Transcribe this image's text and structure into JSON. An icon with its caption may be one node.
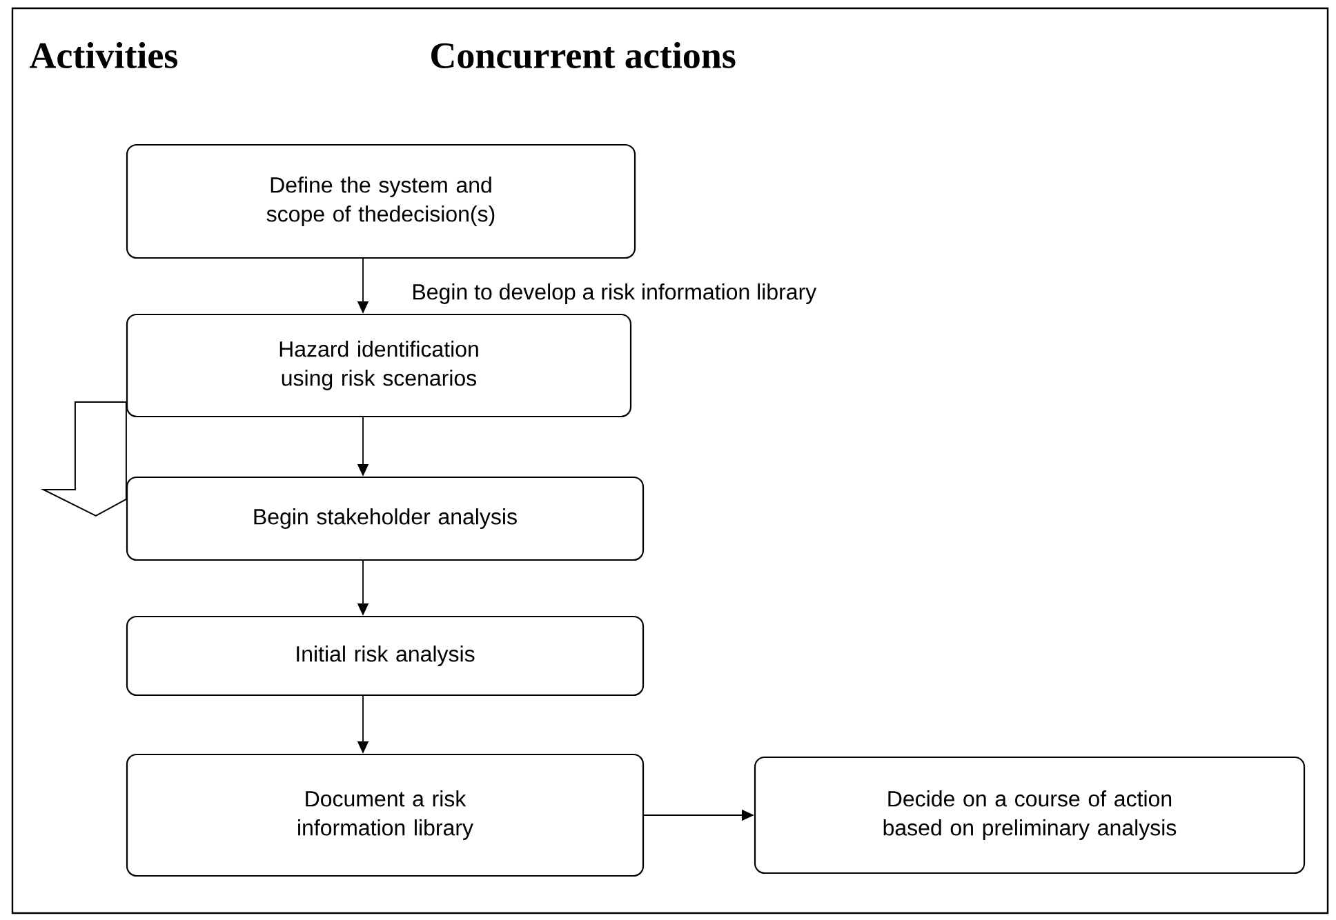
{
  "diagram": {
    "nodes": [
      {
        "text": [
          "Define the system and scope of thedecision(s)"
        ]
      },
      {
        "text": [
          "Hazard identification using risk scenarios"
        ]
      },
      {
        "text": [
          "Begin stakeholder analysis"
        ]
      },
      {
        "text": [
          "Initial risk analysis"
        ]
      },
      {
        "text": [
          "Document a risk information library"
        ]
      },
      {
        "text": [
          "Decide on a course of action based on preliminary analysis"
        ]
      }
    ],
    "edges": [
      {
        "from": 0,
        "to": 1,
        "arrow": "to"
      },
      {
        "from": 1,
        "to": 2,
        "arrow": "to"
      },
      {
        "from": 2,
        "to": 3,
        "arrow": "to"
      },
      {
        "from": 3,
        "to": 4,
        "arrow": "to"
      },
      {
        "from": 4,
        "to": 5,
        "arrow": "to"
      },
      {
        "from": 1,
        "to": 2,
        "arrow": "to",
        "style": "thick"
      }
    ],
    "labels": [
      "Activities",
      "Concurrent actions",
      "Begin to develop a risk information library"
    ]
  }
}
